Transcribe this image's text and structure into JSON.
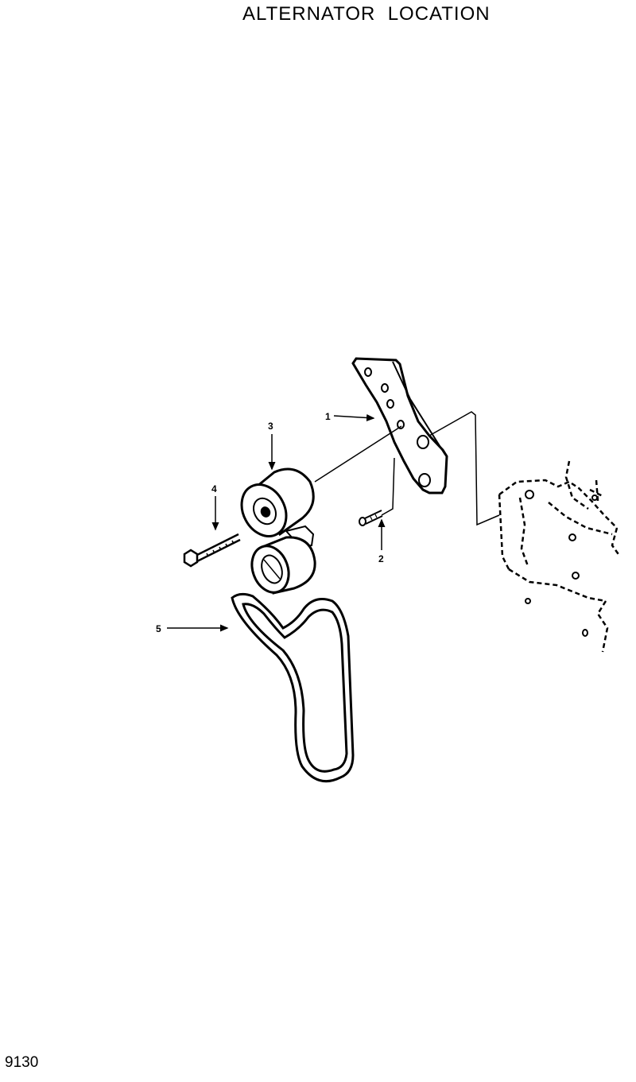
{
  "title": "ALTERNATOR  LOCATION",
  "page_number": "9130",
  "callouts": [
    {
      "id": "1",
      "label": "1"
    },
    {
      "id": "2",
      "label": "2"
    },
    {
      "id": "3",
      "label": "3"
    },
    {
      "id": "4",
      "label": "4"
    },
    {
      "id": "5",
      "label": "5"
    }
  ],
  "colors": {
    "ink": "#000000",
    "paper": "#ffffff"
  }
}
